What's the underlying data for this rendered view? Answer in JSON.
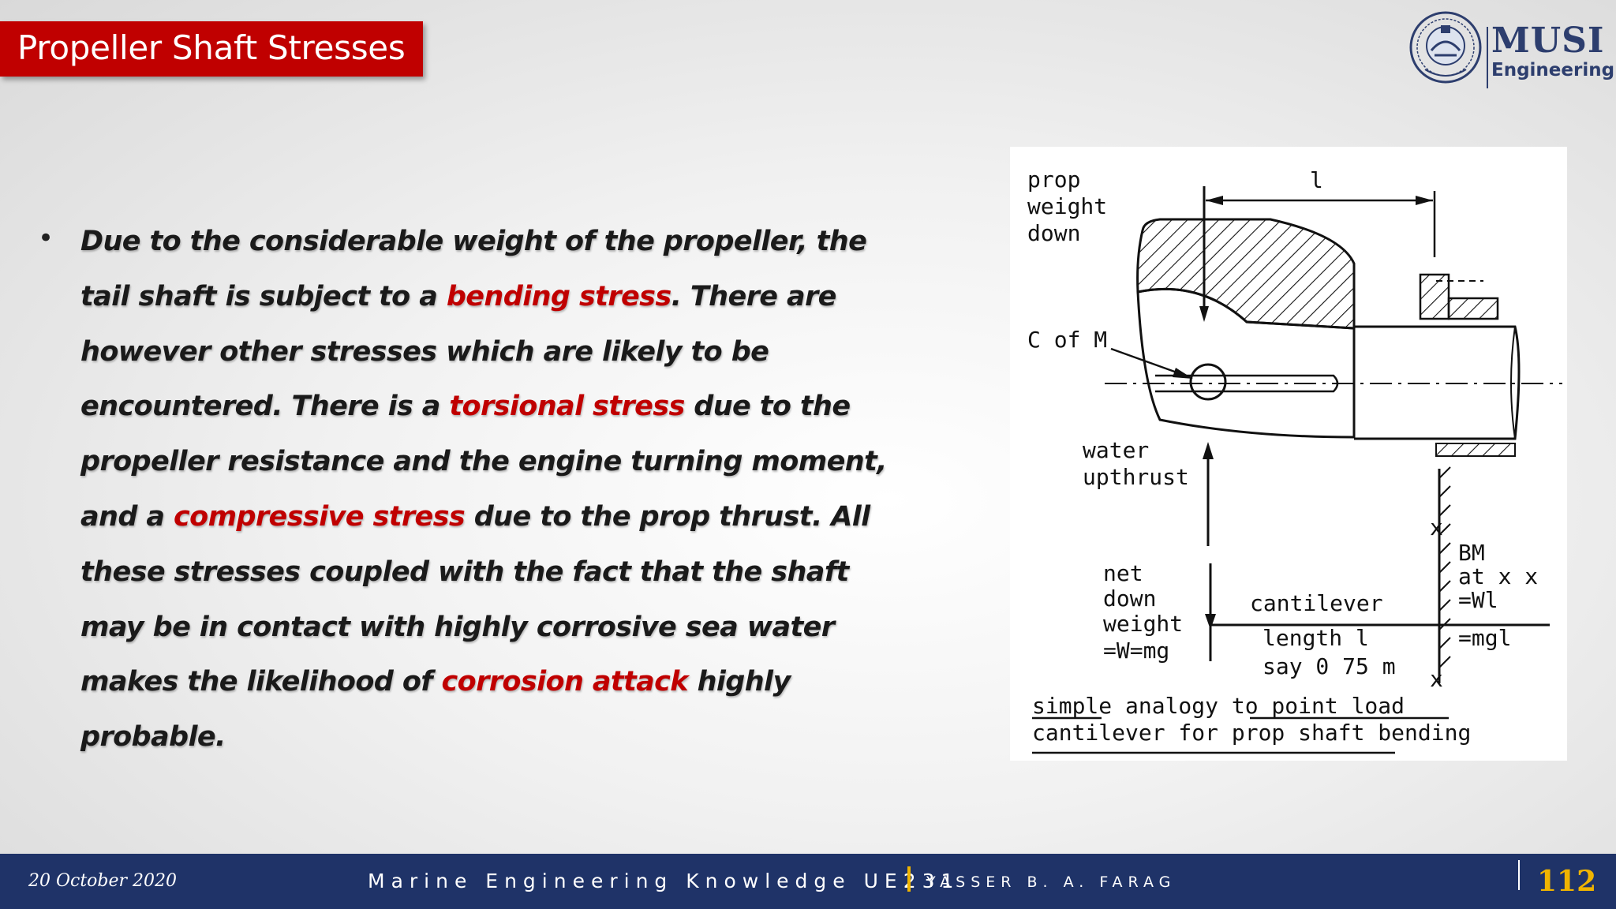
{
  "slide": {
    "title": "Propeller Shaft Stresses",
    "bullet": [
      {
        "text": "Due to the considerable weight of the propeller, the tail shaft is subject to a ",
        "highlight": false
      },
      {
        "text": "bending stress",
        "highlight": true
      },
      {
        "text": ". There are however other stresses which are likely to be encountered. There is a ",
        "highlight": false
      },
      {
        "text": "torsional stress",
        "highlight": true
      },
      {
        "text": " due to the propeller resistance and the engine turning moment, and a ",
        "highlight": false
      },
      {
        "text": "compressive stress",
        "highlight": true
      },
      {
        "text": " due to the prop thrust. All these stresses coupled with the fact that the shaft may be in contact with highly corrosive sea water makes the likelihood of ",
        "highlight": false
      },
      {
        "text": "corrosion attack",
        "highlight": true
      },
      {
        "text": " highly probable.",
        "highlight": false
      }
    ]
  },
  "logo": {
    "name": "MUSI",
    "subtitle": "Engineering"
  },
  "diagram": {
    "labels": {
      "prop": "prop",
      "weight": "weight",
      "down": "down",
      "length_symbol": "l",
      "c_of_m": "C of M",
      "water": "water",
      "upthrust": "upthrust",
      "net": "net",
      "net_down": "down",
      "net_weight": "weight",
      "w_eq": "=W=mg",
      "cantilever": "cantilever",
      "length_l": "length l",
      "say": "say 0 75 m",
      "bm": "BM",
      "at_xx": "at x x",
      "wl": "=Wl",
      "mgl": "=mgl",
      "x_top": "x",
      "x_bottom": "x",
      "caption_line1": "simple  analogy  to point  load",
      "caption_line2": "cantilever  for  prop   shaft  bending"
    }
  },
  "footer": {
    "date": "20 October 2020",
    "course": "Marine Engineering Knowledge UE231",
    "author": "YASSER B. A. FARAG",
    "page": "112"
  },
  "colors": {
    "accent_red": "#c00000",
    "footer_blue": "#1f3368",
    "footer_gold": "#f0b400"
  }
}
